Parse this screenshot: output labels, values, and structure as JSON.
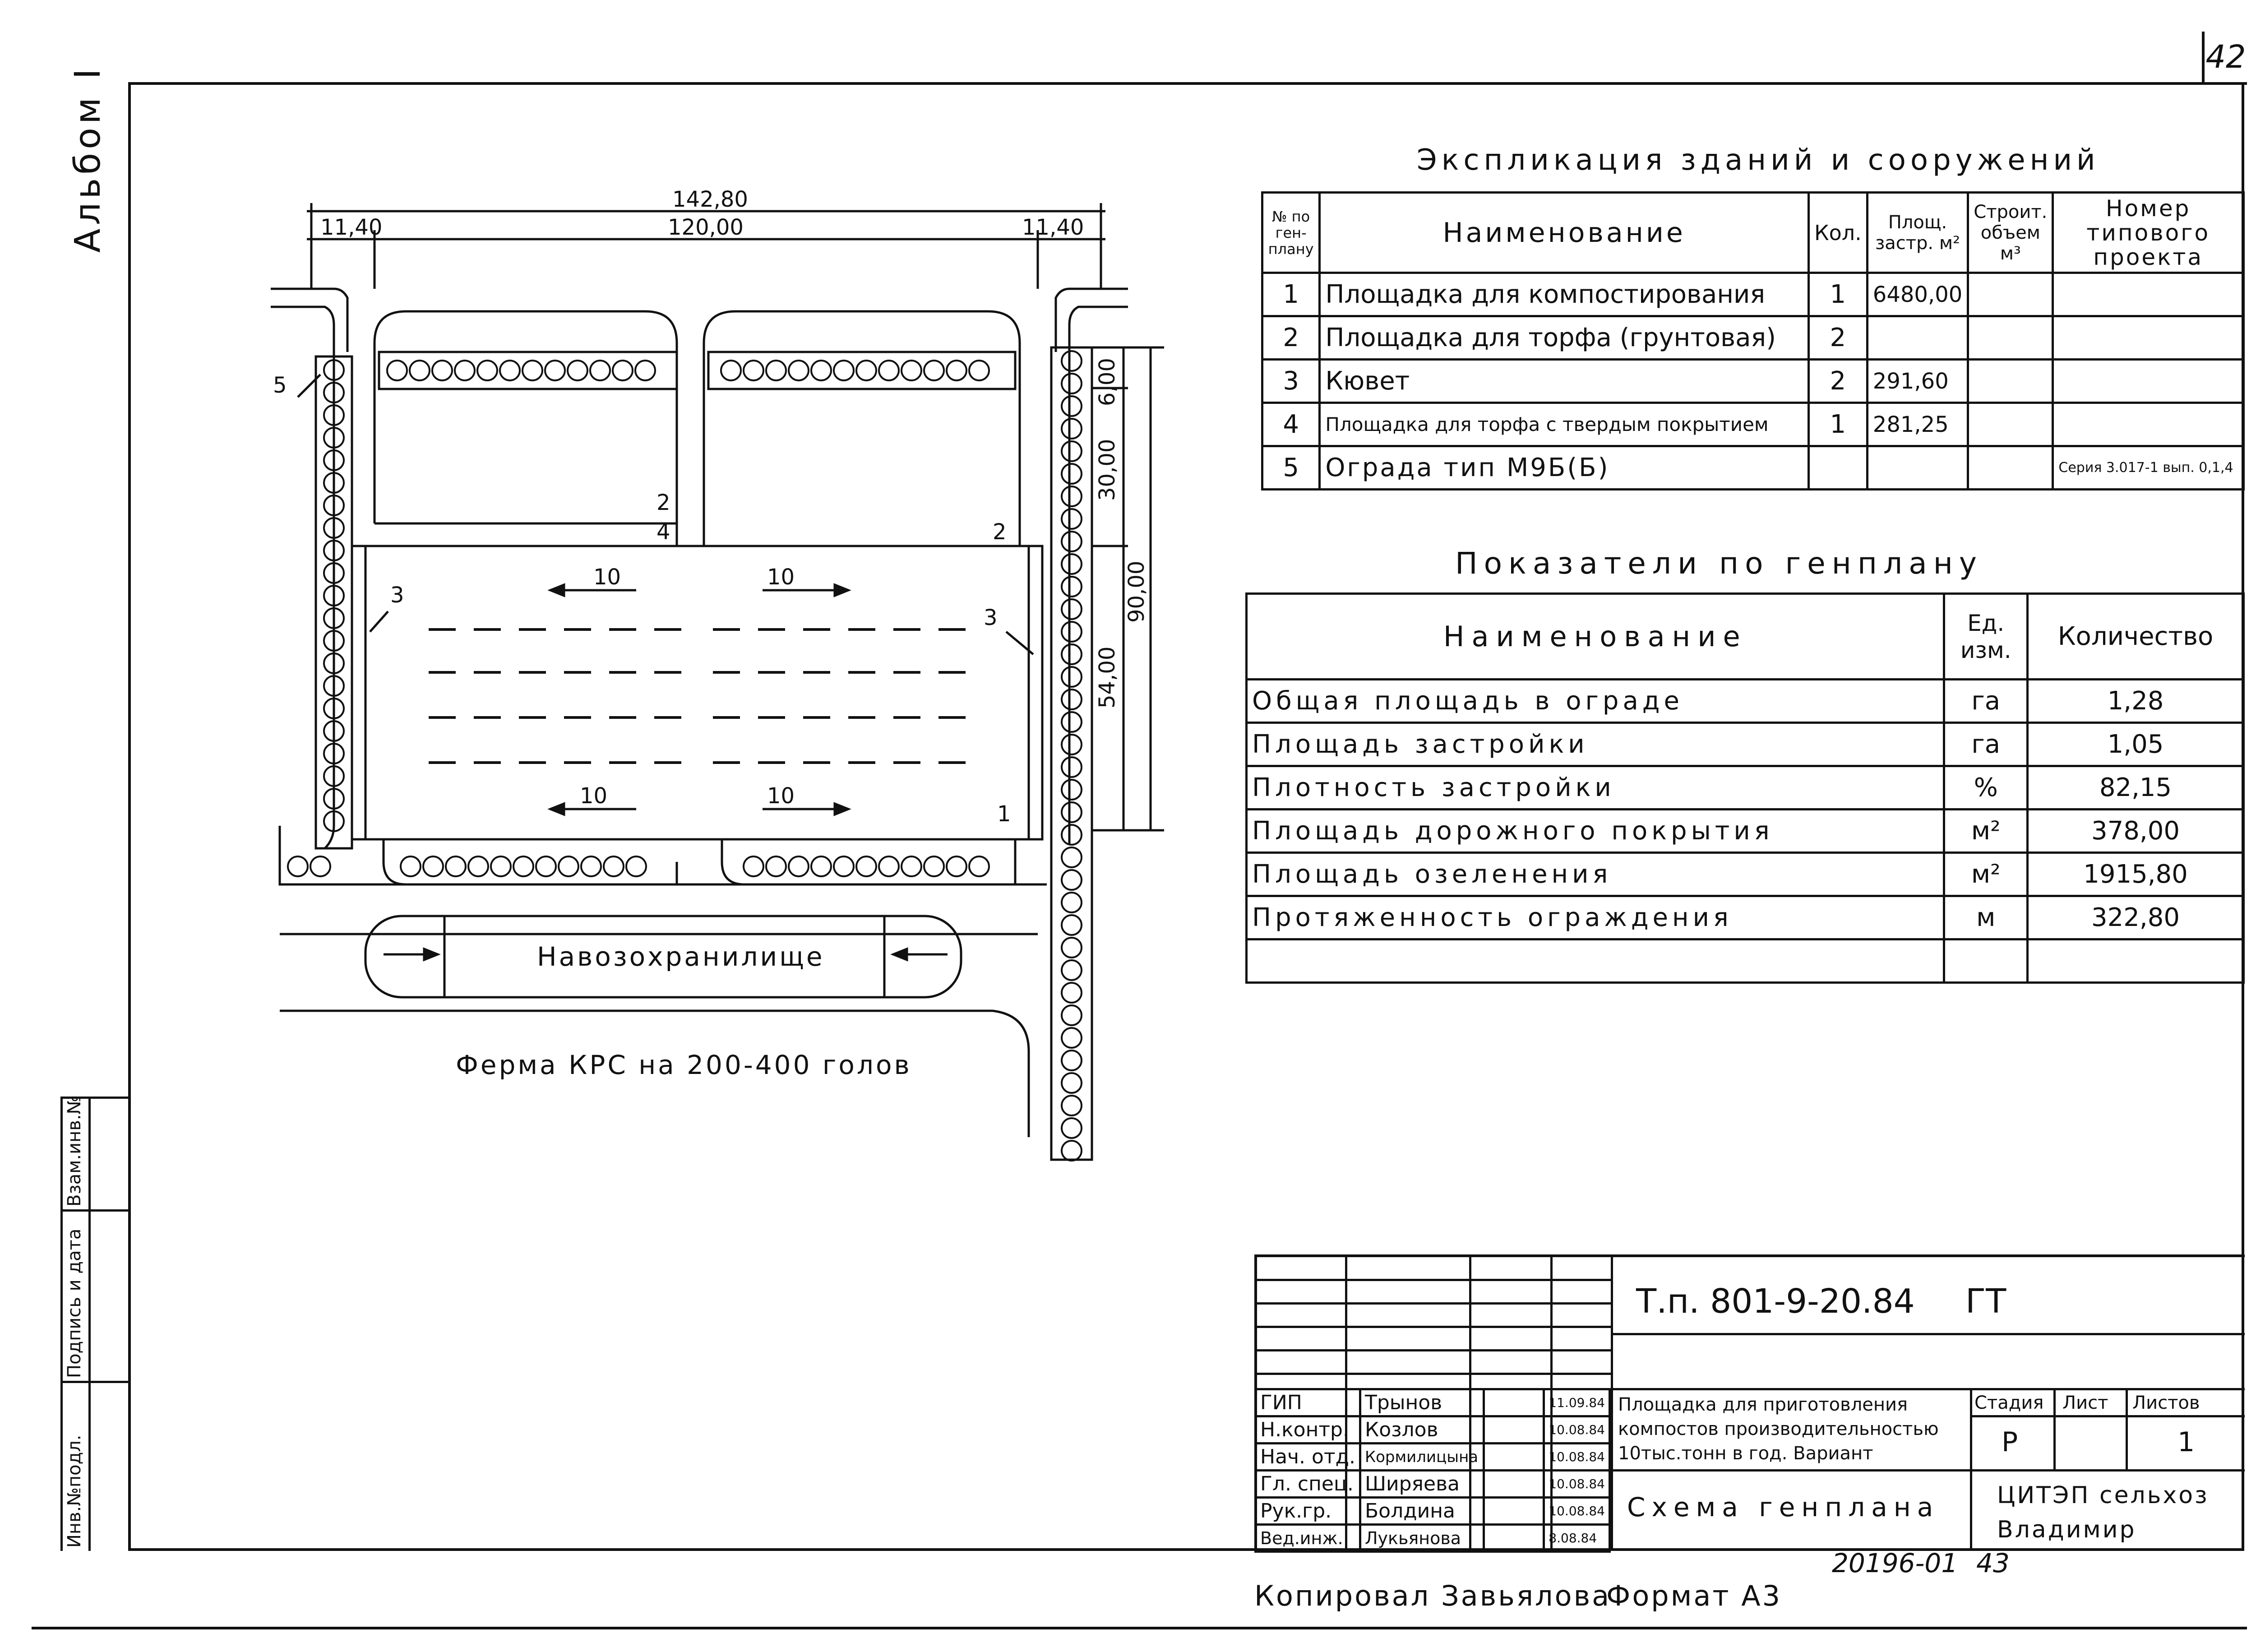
{
  "sheet_number": "42",
  "album_label": "Альбом I",
  "stamp_labels": [
    "Инв.№подл.",
    "Подпись и дата",
    "Взам.инв.№"
  ],
  "explication": {
    "title": "Экспликация зданий и сооружений",
    "headers": {
      "num": "№ по ген-плану",
      "name": "Наименование",
      "qty": "Кол.",
      "area": "Площ. застр. м²",
      "volume": "Строит. объем м³",
      "project": "Номер типового проекта"
    },
    "rows": [
      {
        "num": "1",
        "name": "Площадка для компостирования",
        "qty": "1",
        "area": "6480,00",
        "volume": "",
        "project": ""
      },
      {
        "num": "2",
        "name": "Площадка для торфа (грунтовая)",
        "qty": "2",
        "area": "",
        "volume": "",
        "project": ""
      },
      {
        "num": "3",
        "name": "Кювет",
        "qty": "2",
        "area": "291,60",
        "volume": "",
        "project": ""
      },
      {
        "num": "4",
        "name": "Площадка для торфа с твердым покрытием",
        "qty": "1",
        "area": "281,25",
        "volume": "",
        "project": ""
      },
      {
        "num": "5",
        "name": "Ограда тип М9Б(Б)",
        "qty": "",
        "area": "",
        "volume": "",
        "project": "Серия 3.017-1 вып. 0,1,4"
      }
    ]
  },
  "indicators": {
    "title": "Показатели по генплану",
    "headers": {
      "name": "Наименование",
      "unit": "Ед. изм.",
      "qty": "Количество"
    },
    "rows": [
      {
        "name": "Общая площадь в ограде",
        "unit": "га",
        "qty": "1,28"
      },
      {
        "name": "Площадь застройки",
        "unit": "га",
        "qty": "1,05"
      },
      {
        "name": "Плотность застройки",
        "unit": "%",
        "qty": "82,15"
      },
      {
        "name": "Площадь дорожного покрытия",
        "unit": "м²",
        "qty": "378,00"
      },
      {
        "name": "Площадь озеленения",
        "unit": "м²",
        "qty": "1915,80"
      },
      {
        "name": "Протяженность ограждения",
        "unit": "м",
        "qty": "322,80"
      }
    ]
  },
  "plan": {
    "dim_total": "142,80",
    "dim_left": "11,40",
    "dim_mid": "120,00",
    "dim_right": "11,40",
    "dim_v1": "6,00",
    "dim_v2": "30,00",
    "dim_v3": "54,00",
    "dim_v4": "90,00",
    "slope": "10",
    "storage_label": "Навозохранилище",
    "caption": "Ферма КРС на 200-400 голов",
    "marks": {
      "m1": "1",
      "m2": "2",
      "m3": "3",
      "m4": "4",
      "m5": "5"
    }
  },
  "title_block": {
    "code": "Т.п. 801-9-20.84",
    "mark": "ГТ",
    "object": "Площадка для приготовления компостов производительностью 10тыс.тонн в год. Вариант",
    "sheet_title": "Схема генплана",
    "stage_h": "Стадия",
    "sheet_h": "Лист",
    "sheets_h": "Листов",
    "stage": "Р",
    "sheets": "1",
    "org": "ЦИТЭП сельхоз Владимир",
    "staff": [
      {
        "role": "ГИП",
        "name": "Трынов",
        "date": "11.09.84"
      },
      {
        "role": "Н.контр.",
        "name": "Козлов",
        "date": "10.08.84"
      },
      {
        "role": "Нач. отд.",
        "name": "Кормилицына",
        "date": "10.08.84"
      },
      {
        "role": "Гл. спец.",
        "name": "Ширяева",
        "date": "10.08.84"
      },
      {
        "role": "Рук.гр.",
        "name": "Болдина",
        "date": "10.08.84"
      },
      {
        "role": "Вед.инж.",
        "name": "Лукьянова",
        "date": "8.08.84"
      }
    ]
  },
  "footer": {
    "number": "20196-01",
    "page": "43",
    "copied": "Копировал Завьялова",
    "format": "Формат А3"
  }
}
